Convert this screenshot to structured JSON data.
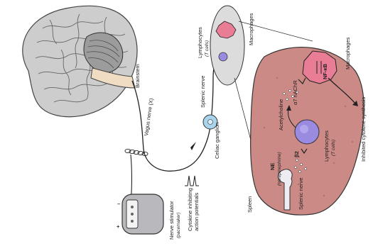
{
  "labels": {
    "vagus_nerve": "Vagus nerve (X)",
    "brainstem": "Brainstem",
    "splenic_nerve_top": "Splenic nerve",
    "celiac_ganglion": "Celiac ganglion",
    "action_potentials_line1": "Cytokine inhibiting",
    "action_potentials_line2": "action potentials",
    "nerve_stimulator": "Nerve stimulator",
    "pacemaker": "(pacemaker)",
    "lymphocytes_top": "Lymphocytes",
    "t_cells_top": "(T cells)",
    "macrophages_top": "Macrophages",
    "spleen": "Spleen",
    "ne": "NE",
    "norepinephrine": "(norepinephrine)",
    "splenic_nerve_inset": "Splenic nerve",
    "beta2": "β2",
    "acetylcholine": "Acetylcholine",
    "lymphocytes_inset": "Lymphocytes",
    "t_cells_inset": "(T cells)",
    "receptor": "α7 nAChR",
    "nfkb": "NF-κB",
    "macrophages_inset": "Macrophages",
    "inhibited_synthesis": "Inhibited cytokine synthesis",
    "minus": "–",
    "plus": "+"
  },
  "colors": {
    "brain": "#cdcdcd",
    "brainstem": "#efdcc2",
    "spleen_fill": "#cc8a86",
    "lymphocyte": "#9a8ae0",
    "macrophage": "#e87d95",
    "ganglion": "#a9d4ec",
    "stimulator": "#b9b9bd"
  }
}
